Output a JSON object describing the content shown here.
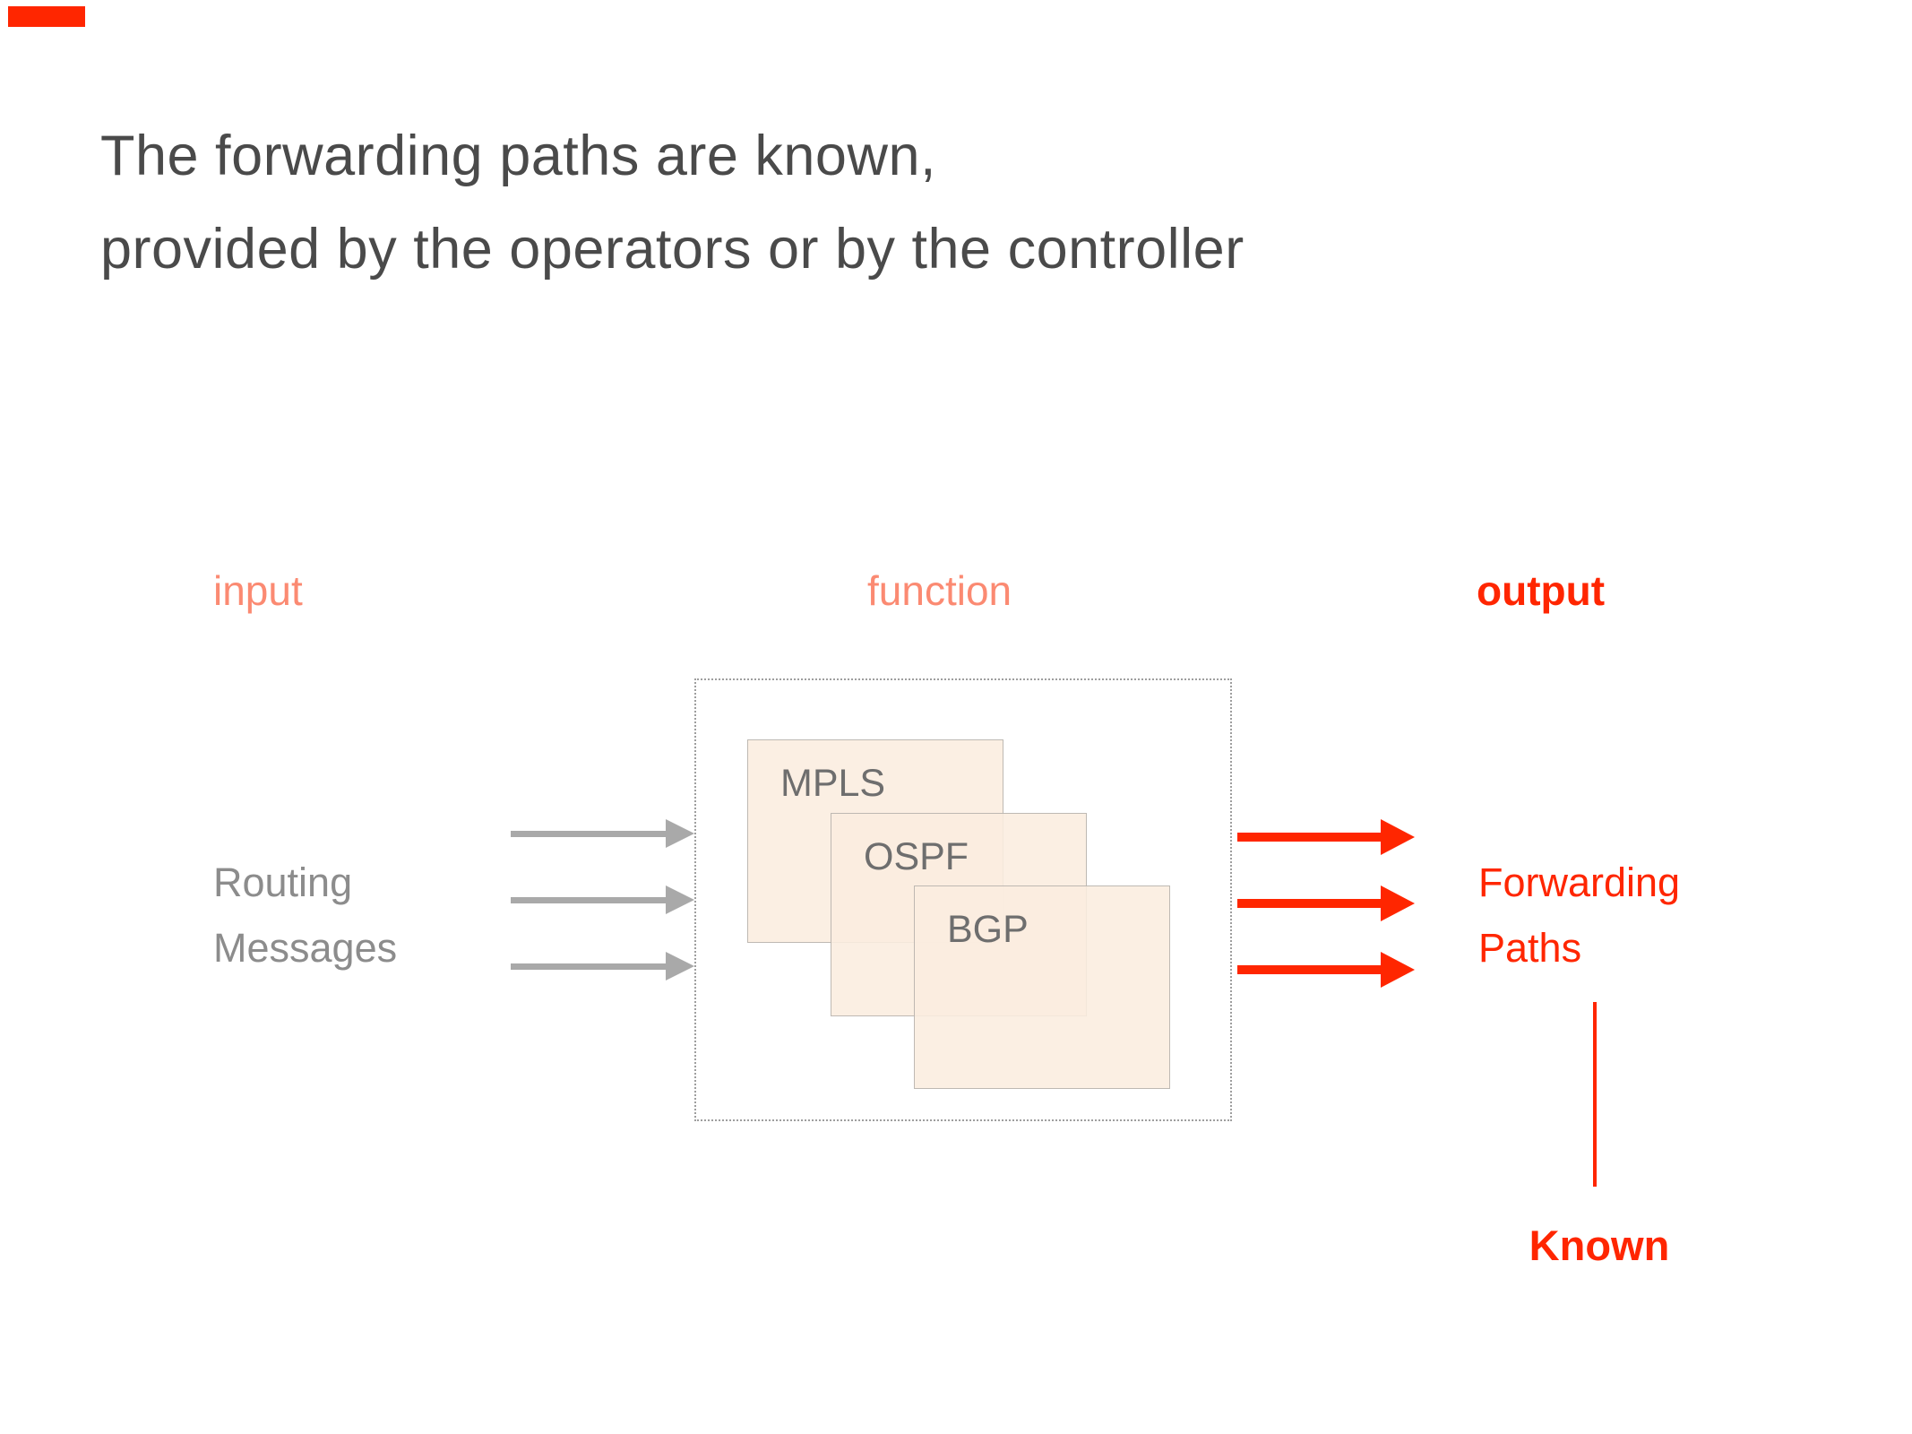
{
  "colors": {
    "accent_red": "#FF2600",
    "salmon": "#FB8A72",
    "title_gray": "#4A4A4A",
    "text_gray": "#8C8C8C",
    "box_label_gray": "#6E6E6E",
    "arrow_gray": "#A9A9A9",
    "peach_fill": "#FBEDE0",
    "dotted_gray": "#9E9E9E"
  },
  "title": {
    "line1": "The forwarding paths are known,",
    "line2": "provided by the operators or by the controller"
  },
  "columns": {
    "input": "input",
    "function": "function",
    "output": "output"
  },
  "diagram": {
    "input_label": {
      "line1": "Routing",
      "line2": "Messages"
    },
    "output_label": {
      "line1": "Forwarding",
      "line2": "Paths"
    },
    "protocols": [
      "MPLS",
      "OSPF",
      "BGP"
    ],
    "annotation": "Known"
  }
}
